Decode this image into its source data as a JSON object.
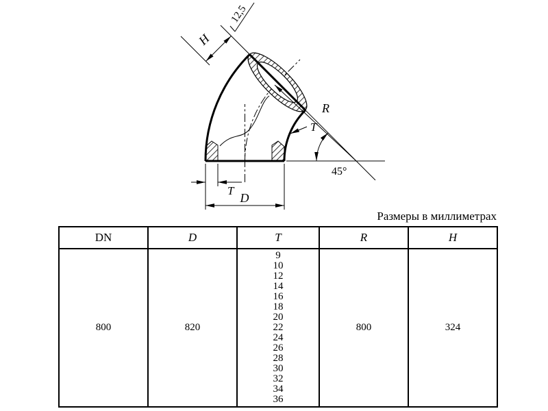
{
  "note": "Размеры в миллиметрах",
  "drawing": {
    "labels": {
      "h": "H",
      "roughness": "12,5",
      "r": "R",
      "t_upper": "T",
      "angle": "45°",
      "t_lower": "T",
      "d": "D"
    }
  },
  "table": {
    "headers": [
      "DN",
      "D",
      "T",
      "R",
      "H"
    ],
    "row": {
      "dn": "800",
      "d": "820",
      "t_values": [
        "9",
        "10",
        "12",
        "14",
        "16",
        "18",
        "20",
        "22",
        "24",
        "26",
        "28",
        "30",
        "32",
        "34",
        "36"
      ],
      "r": "800",
      "h": "324"
    }
  }
}
